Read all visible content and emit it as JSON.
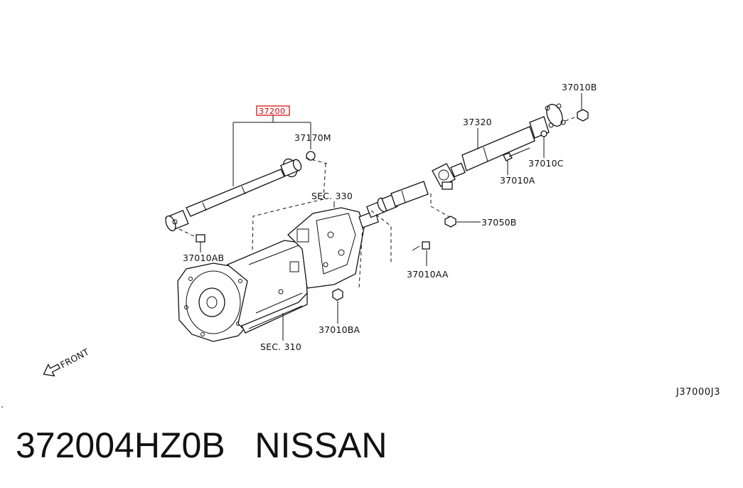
{
  "labels": {
    "highlight": "37200",
    "p37170m": "37170M",
    "sec330": "SEC. 330",
    "p37320": "37320",
    "p37010b": "37010B",
    "p37010c": "37010C",
    "p37010a": "37010A",
    "p37050b": "37050B",
    "p37010ab": "37010AB",
    "p37010aa": "37010AA",
    "p37010ba": "37010BA",
    "sec310": "SEC. 310",
    "front": "FRONT"
  },
  "reference_code": "J37000J3",
  "caption": {
    "part_number": "372004HZ0B",
    "brand": "NISSAN"
  },
  "colors": {
    "highlight": "#d40000",
    "line": "#111111"
  }
}
